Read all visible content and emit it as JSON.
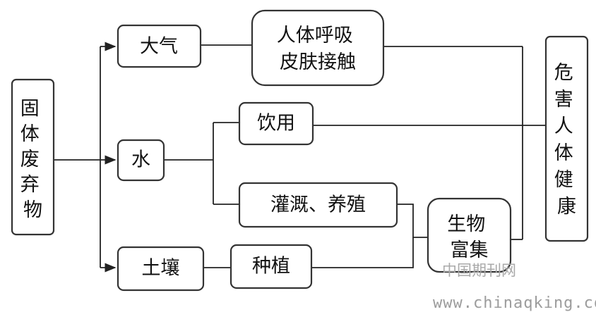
{
  "nodes": {
    "source": "固体废弃物",
    "air": "大气",
    "water": "水",
    "soil": "土壤",
    "breathing_line1": "人体呼吸",
    "breathing_line2": "皮肤接触",
    "drinking": "饮用",
    "irrigation": "灌溉、养殖",
    "planting": "种植",
    "bio_line1": "生物",
    "bio_line2": "富集",
    "harm": "危害人体健康"
  },
  "watermark": {
    "text": "中国期刊网",
    "url": "www.chinaqking.com"
  }
}
